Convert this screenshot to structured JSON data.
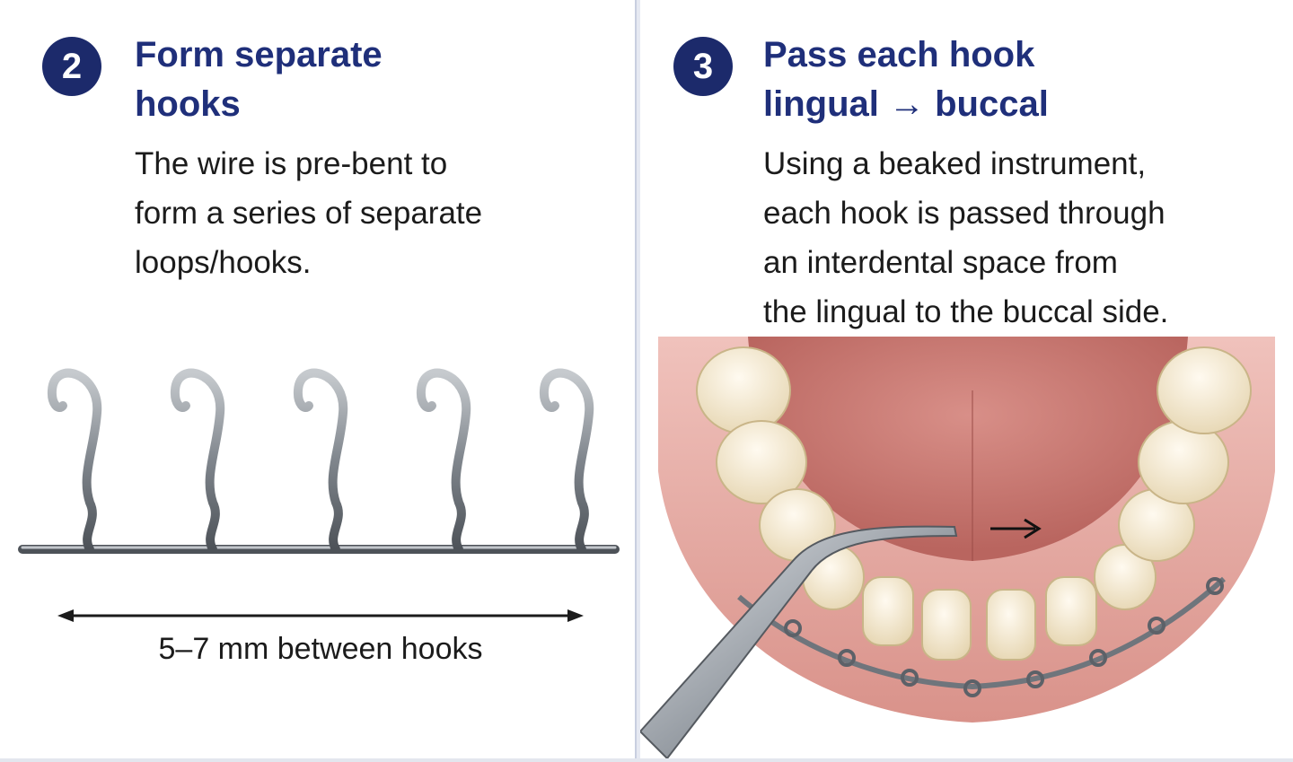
{
  "steps": [
    {
      "number": "2",
      "title_line1": "Form separate",
      "title_line2": "hooks",
      "body_lines": [
        "The wire is pre-bent to",
        "form a series of separate",
        "loops/hooks."
      ],
      "caption": "5–7 mm between hooks"
    },
    {
      "number": "3",
      "title_line1": "Pass each hook",
      "title_line2": "lingual → buccal",
      "body_lines": [
        "Using a beaked instrument,",
        "each hook is passed through",
        "an interdental space from",
        "the lingual to the buccal side."
      ]
    }
  ],
  "colors": {
    "accent": "#1c2a6b",
    "title": "#1f2f7a",
    "gingiva": "#e7a6a0",
    "tooth": "#f3ead0",
    "wire": "#8a8f96"
  }
}
